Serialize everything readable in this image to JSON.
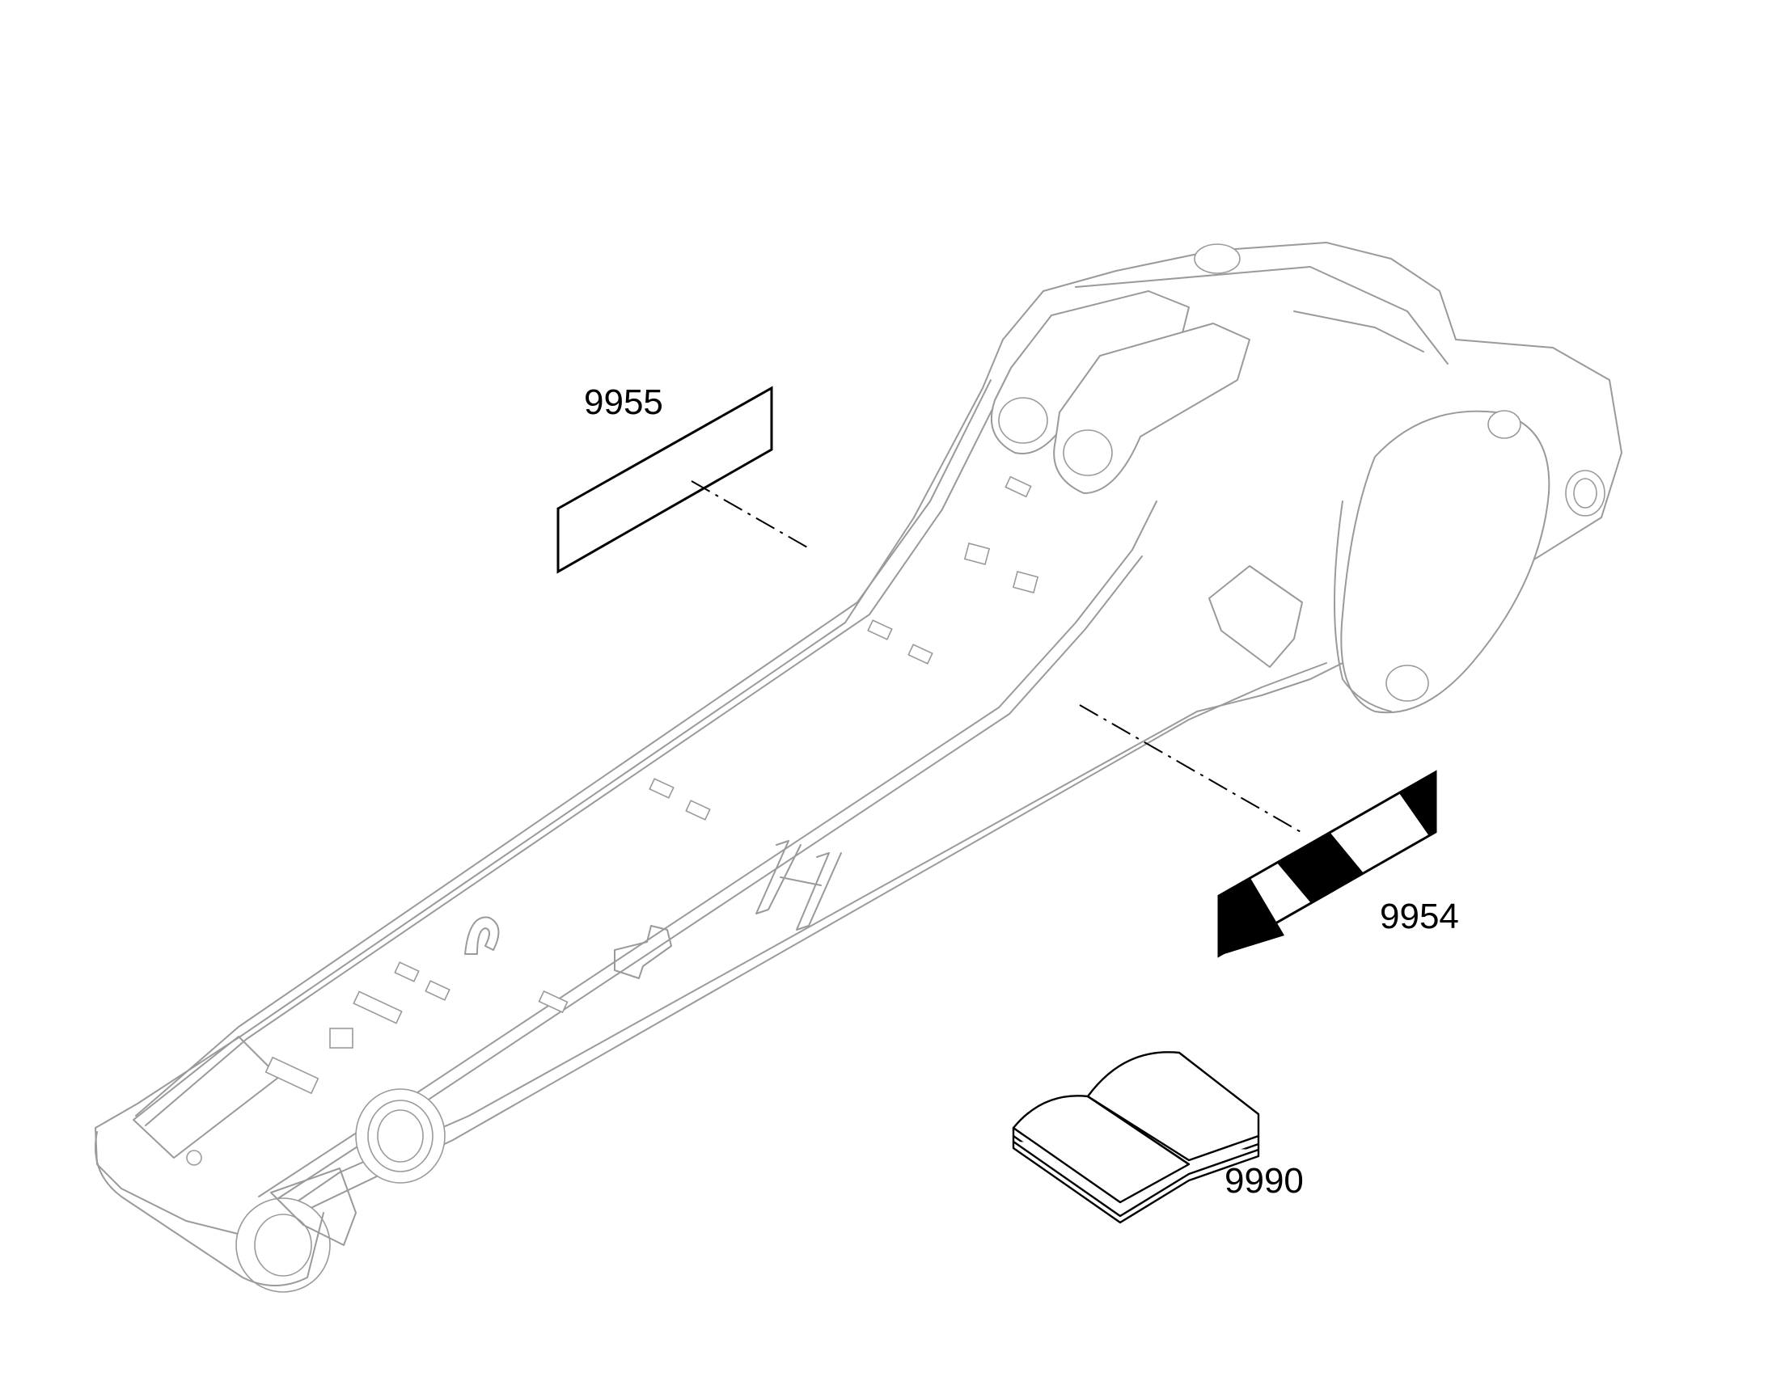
{
  "callouts": {
    "decal_top": "9955",
    "decal_striped": "9954",
    "manual": "9990"
  },
  "colors": {
    "part_line": "#9a9a9a",
    "callout_line": "#000000",
    "background": "#ffffff"
  },
  "icons": {
    "manual": "open-book-icon",
    "decal_striped": "hazard-stripe-decal",
    "decal_top": "blank-decal"
  }
}
